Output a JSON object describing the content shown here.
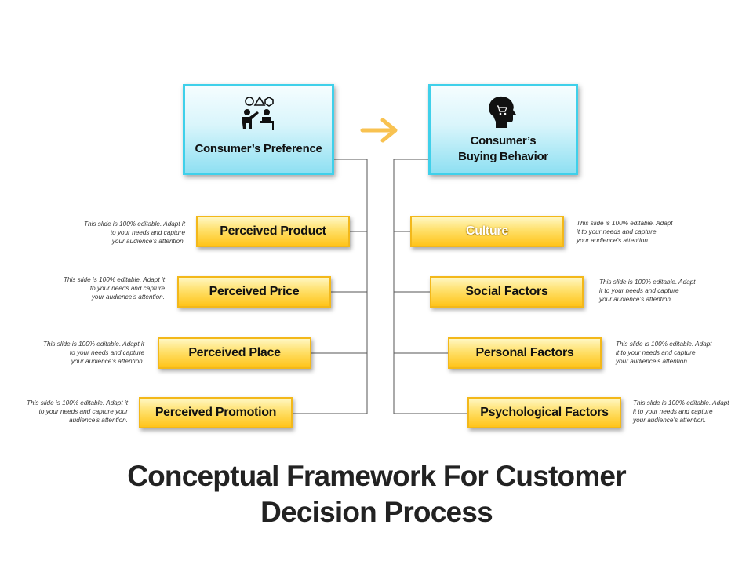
{
  "left_header": {
    "title": "Consumer’s Preference",
    "icon": "presentation-shapes-icon"
  },
  "right_header": {
    "title_line1": "Consumer’s",
    "title_line2": "Buying Behavior",
    "icon": "head-cart-icon"
  },
  "arrow_icon": "right-arrow-icon",
  "left_factors": [
    {
      "label": "Perceived Product",
      "note": "This slide is 100% editable. Adapt it\nto your needs and capture\nyour audience’s attention."
    },
    {
      "label": "Perceived Price",
      "note": "This slide is 100% editable. Adapt it\nto your needs and capture\nyour audience’s attention."
    },
    {
      "label": "Perceived Place",
      "note": "This slide is 100% editable. Adapt it\nto your needs and capture\nyour audience’s attention."
    },
    {
      "label": "Perceived Promotion",
      "note": "This slide is 100% editable. Adapt it\nto your needs and capture your\naudience’s attention."
    }
  ],
  "right_factors": [
    {
      "label": "Culture",
      "note": "This slide is 100% editable. Adapt\nit to your needs and capture\nyour audience’s attention."
    },
    {
      "label": "Social Factors",
      "note": "This slide is 100% editable. Adapt\nit to your needs and capture\nyour audience’s attention."
    },
    {
      "label": "Personal Factors",
      "note": "This slide is 100% editable. Adapt\nit to your needs and capture\nyour audience’s attention."
    },
    {
      "label": "Psychological Factors",
      "note": "This slide is 100% editable. Adapt\nit to your needs and capture\nyour audience’s attention."
    }
  ],
  "title": {
    "line1": "Conceptual Framework For Customer",
    "line2": "Decision Process"
  },
  "colors": {
    "header_border": "#3fd0ea",
    "factor_fill": "#ffd23f",
    "factor_border": "#f3b81a",
    "arrow": "#f7b733",
    "connector": "#555555"
  }
}
